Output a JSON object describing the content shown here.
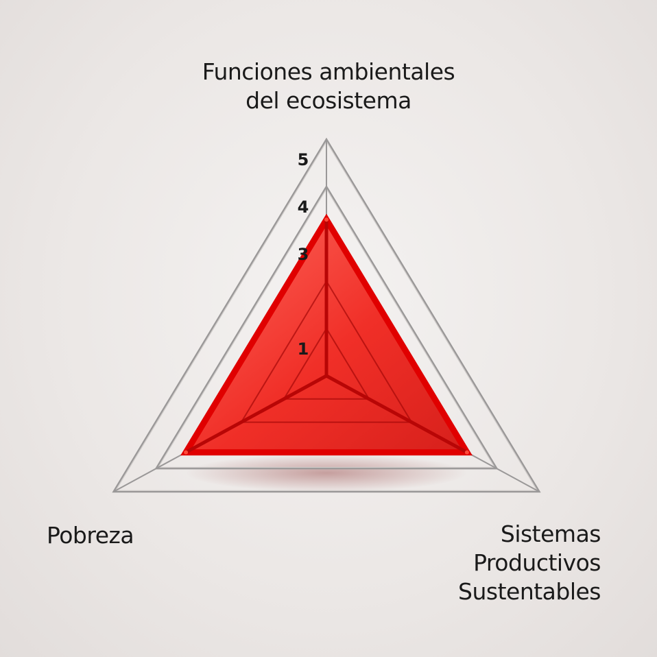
{
  "chart_data": {
    "type": "radar",
    "axes": [
      {
        "key": "funciones",
        "lines": [
          "Funciones ambientales",
          "del ecosistema"
        ]
      },
      {
        "key": "sistemas",
        "lines": [
          "Sistemas",
          "Productivos",
          "Sustentables"
        ]
      },
      {
        "key": "pobreza",
        "lines": [
          "Pobreza"
        ]
      }
    ],
    "rlim": [
      0,
      5
    ],
    "tick_labels": [
      "1",
      "3",
      "4",
      "5"
    ],
    "tick_values": [
      1,
      3,
      4,
      5
    ],
    "series": [
      {
        "values": [
          3.3,
          3.3,
          3.3
        ],
        "color": "#ff1a1a"
      }
    ],
    "grid": true,
    "grid_color": "#9a9898"
  }
}
